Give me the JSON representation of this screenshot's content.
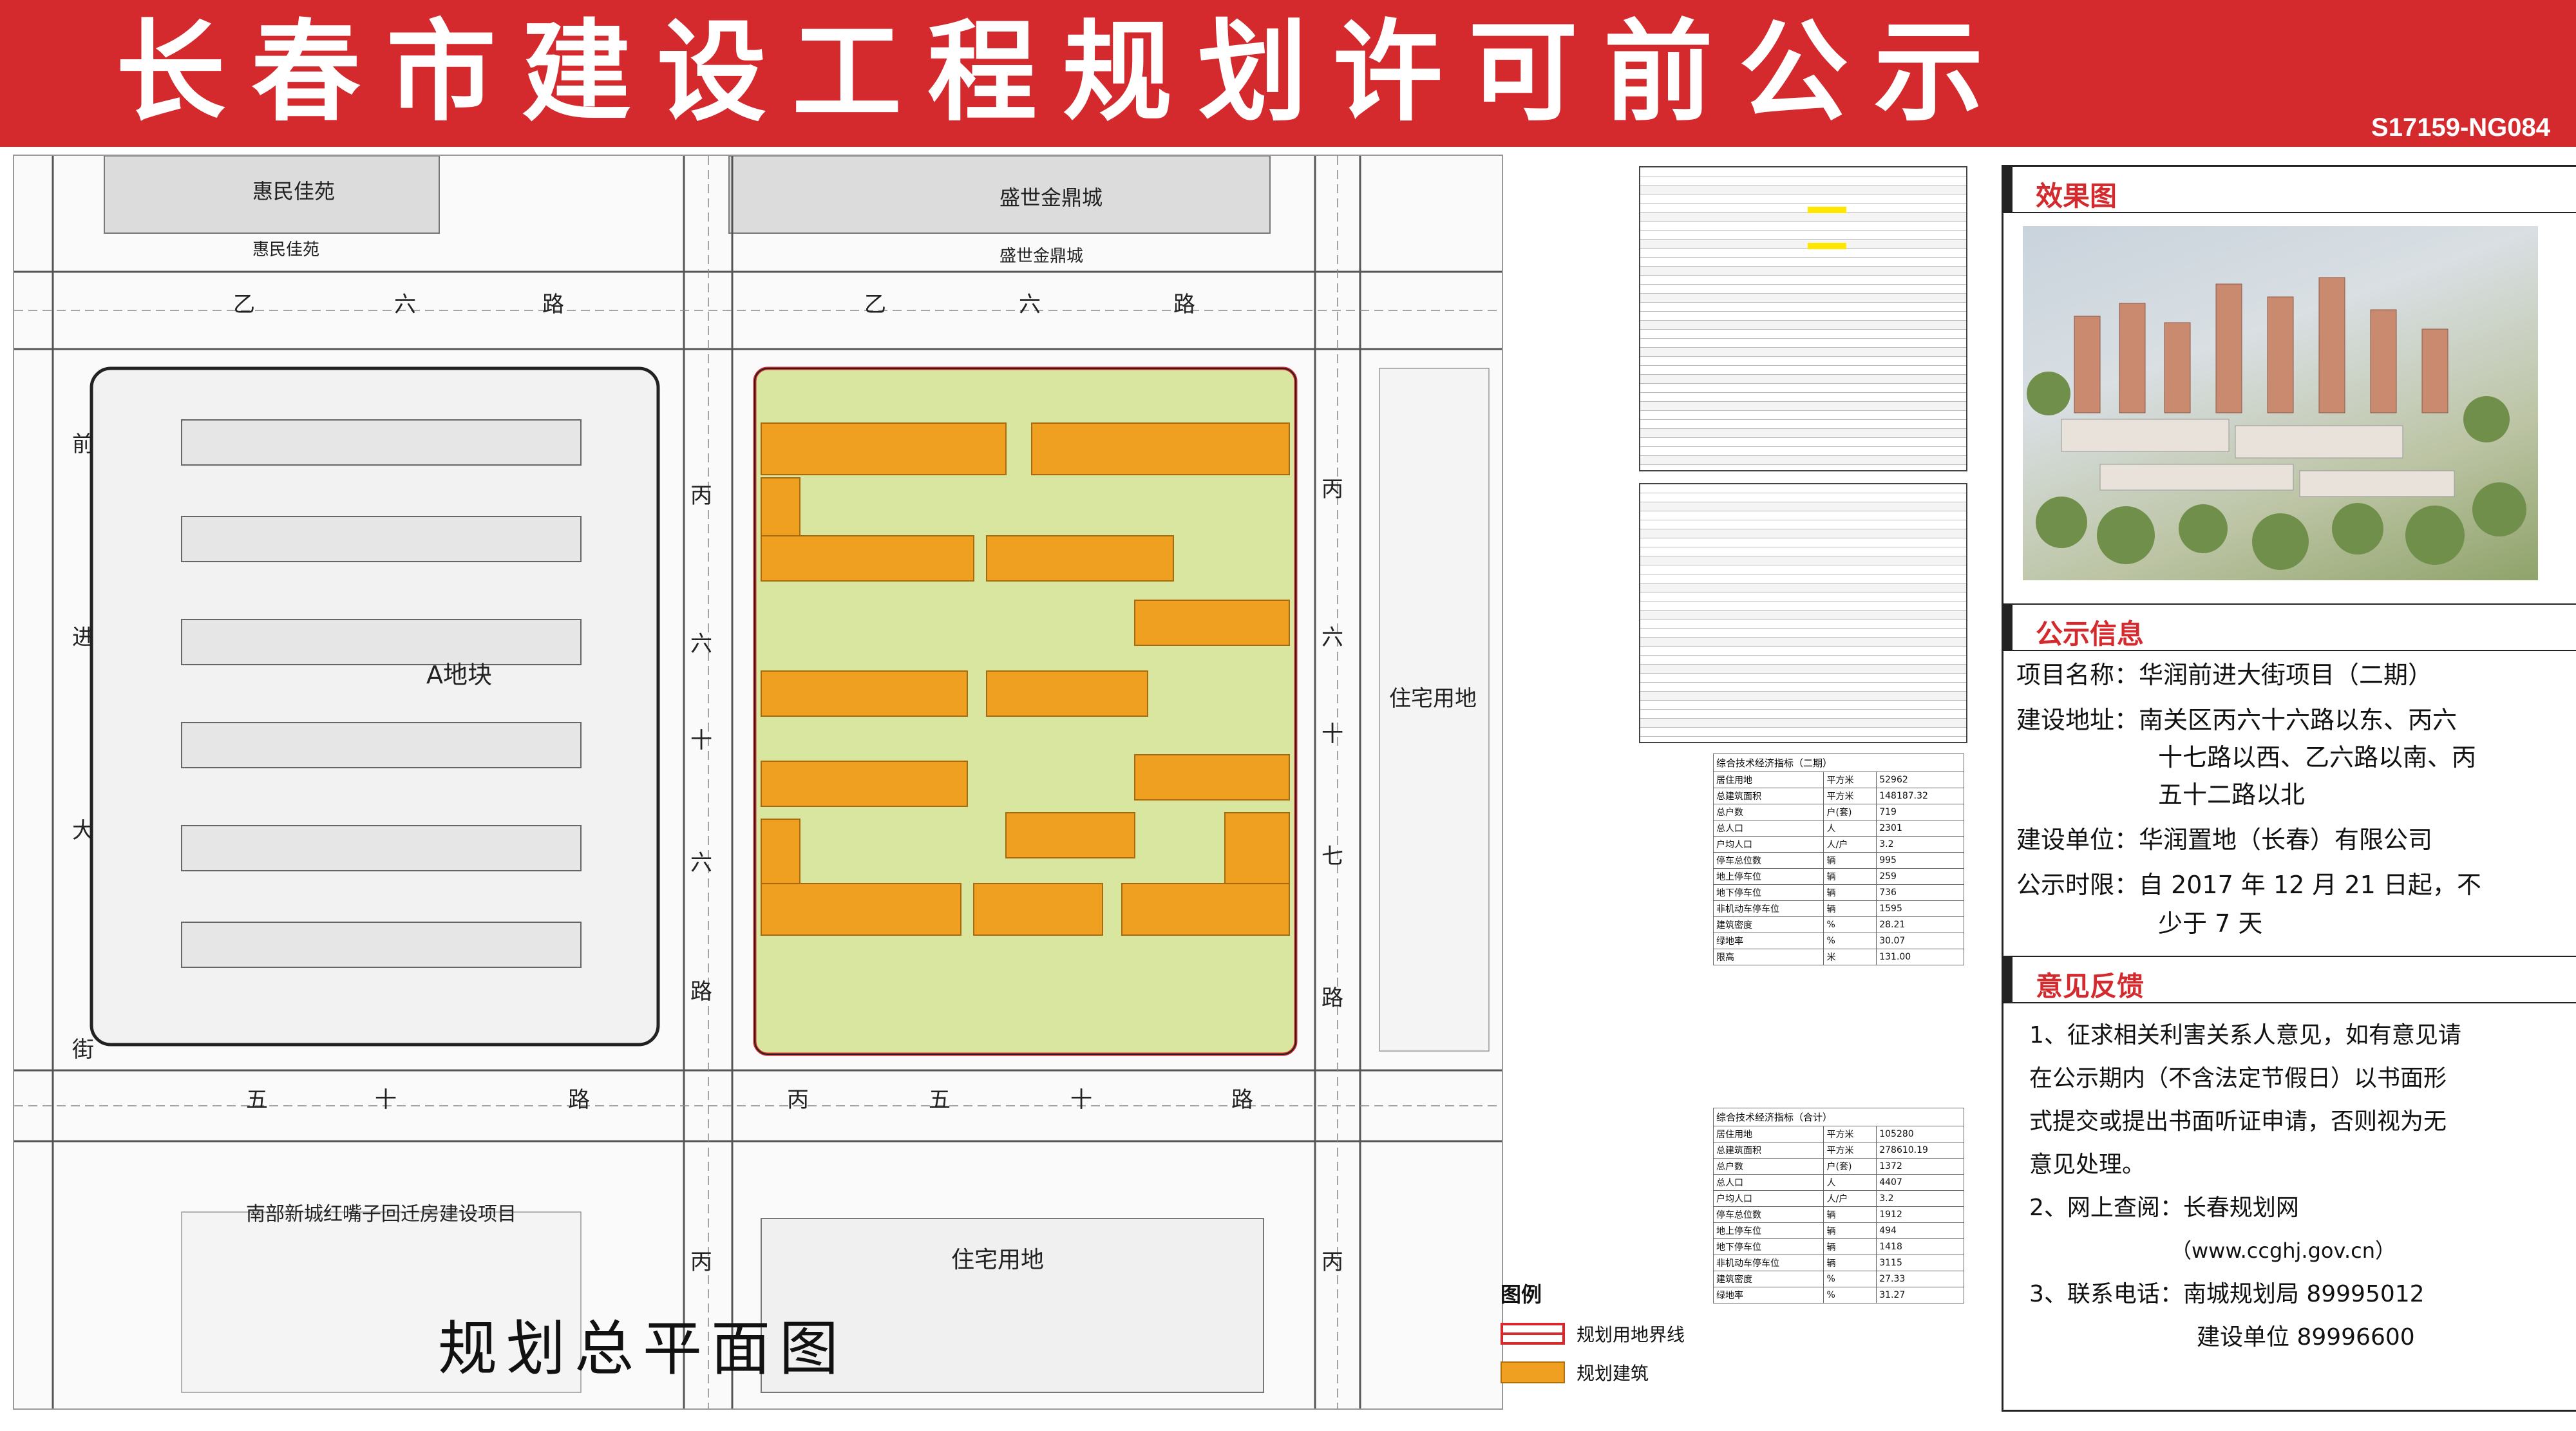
{
  "banner": {
    "title": "长春市建设工程规划许可前公示",
    "code": "S17159-NG084"
  },
  "plan": {
    "title": "规划总平面图",
    "labels": {
      "huimin_block": "惠民佳苑",
      "huimin_road": "惠民佳苑",
      "shengshi_block": "盛世金鼎城",
      "shengshi_road": "盛世金鼎城",
      "a_plot": "A地块",
      "residential_east": "住宅用地",
      "residential_south": "住宅用地",
      "south_project": "南部新城红嘴子回迁房建设项目"
    },
    "roads": {
      "north": [
        "乙",
        "六",
        "路"
      ],
      "north2": [
        "乙",
        "六",
        "路"
      ],
      "south": [
        "五",
        "十",
        "路"
      ],
      "south2": [
        "丙",
        "五",
        "十",
        "路"
      ],
      "west": [
        "前",
        "进",
        "大",
        "街"
      ],
      "mid": [
        "丙",
        "六",
        "十",
        "六",
        "路"
      ],
      "east": [
        "丙",
        "六",
        "十",
        "七",
        "路"
      ],
      "bottom_left": "丙",
      "bottom_right": "丙"
    },
    "legend": {
      "title": "图例",
      "items": [
        {
          "label": "规划用地界线"
        },
        {
          "label": "规划建筑"
        }
      ]
    }
  },
  "summary_tables": {
    "table2": {
      "caption": "综合技术经济指标（二期）",
      "rows": [
        [
          "居住用地",
          "平方米",
          "52962"
        ],
        [
          "总建筑面积",
          "平方米",
          "148187.32"
        ],
        [
          "总户数",
          "户(套)",
          "719"
        ],
        [
          "总人口",
          "人",
          "2301"
        ],
        [
          "户均人口",
          "人/户",
          "3.2"
        ],
        [
          "停车总位数",
          "辆",
          "995"
        ],
        [
          "地上停车位",
          "辆",
          "259"
        ],
        [
          "地下停车位",
          "辆",
          "736"
        ],
        [
          "非机动车停车位",
          "辆",
          "1595"
        ],
        [
          "建筑密度",
          "%",
          "28.21"
        ],
        [
          "绿地率",
          "%",
          "30.07"
        ],
        [
          "限高",
          "米",
          "131.00"
        ]
      ]
    },
    "table_total": {
      "caption": "综合技术经济指标（合计）",
      "rows": [
        [
          "居住用地",
          "平方米",
          "105280"
        ],
        [
          "总建筑面积",
          "平方米",
          "278610.19"
        ],
        [
          "总户数",
          "户(套)",
          "1372"
        ],
        [
          "总人口",
          "人",
          "4407"
        ],
        [
          "户均人口",
          "人/户",
          "3.2"
        ],
        [
          "停车总位数",
          "辆",
          "1912"
        ],
        [
          "地上停车位",
          "辆",
          "494"
        ],
        [
          "地下停车位",
          "辆",
          "1418"
        ],
        [
          "非机动车停车位",
          "辆",
          "3115"
        ],
        [
          "建筑密度",
          "%",
          "27.33"
        ],
        [
          "绿地率",
          "%",
          "31.27"
        ]
      ]
    }
  },
  "rendering_section": {
    "title": "效果图"
  },
  "notice_section": {
    "title": "公示信息",
    "project_name": "项目名称：华润前进大街项目（二期）",
    "address_line1": "建设地址：南关区丙六十六路以东、丙六",
    "address_line2": "十七路以西、乙六路以南、丙",
    "address_line3": "五十二路以北",
    "unit": "建设单位：华润置地（长春）有限公司",
    "period_line1": "公示时限：自 2017 年 12 月 21 日起，不",
    "period_line2": "少于 7 天"
  },
  "feedback_section": {
    "title": "意见反馈",
    "line1": "1、征求相关利害关系人意见，如有意见请",
    "line2": "在公示期内（不含法定节假日）以书面形",
    "line3": "式提交或提出书面听证申请，否则视为无",
    "line4": "意见处理。",
    "line5": "2、网上查阅：长春规划网",
    "line6": "（www.ccghj.gov.cn）",
    "line7": "3、联系电话：南城规划局 89995012",
    "line8": "建设单位 89996600"
  },
  "colors": {
    "banner": "#d42a2e",
    "building": "#f0a020",
    "site": "#d8e6a0",
    "boundary": "#d42a2e"
  }
}
